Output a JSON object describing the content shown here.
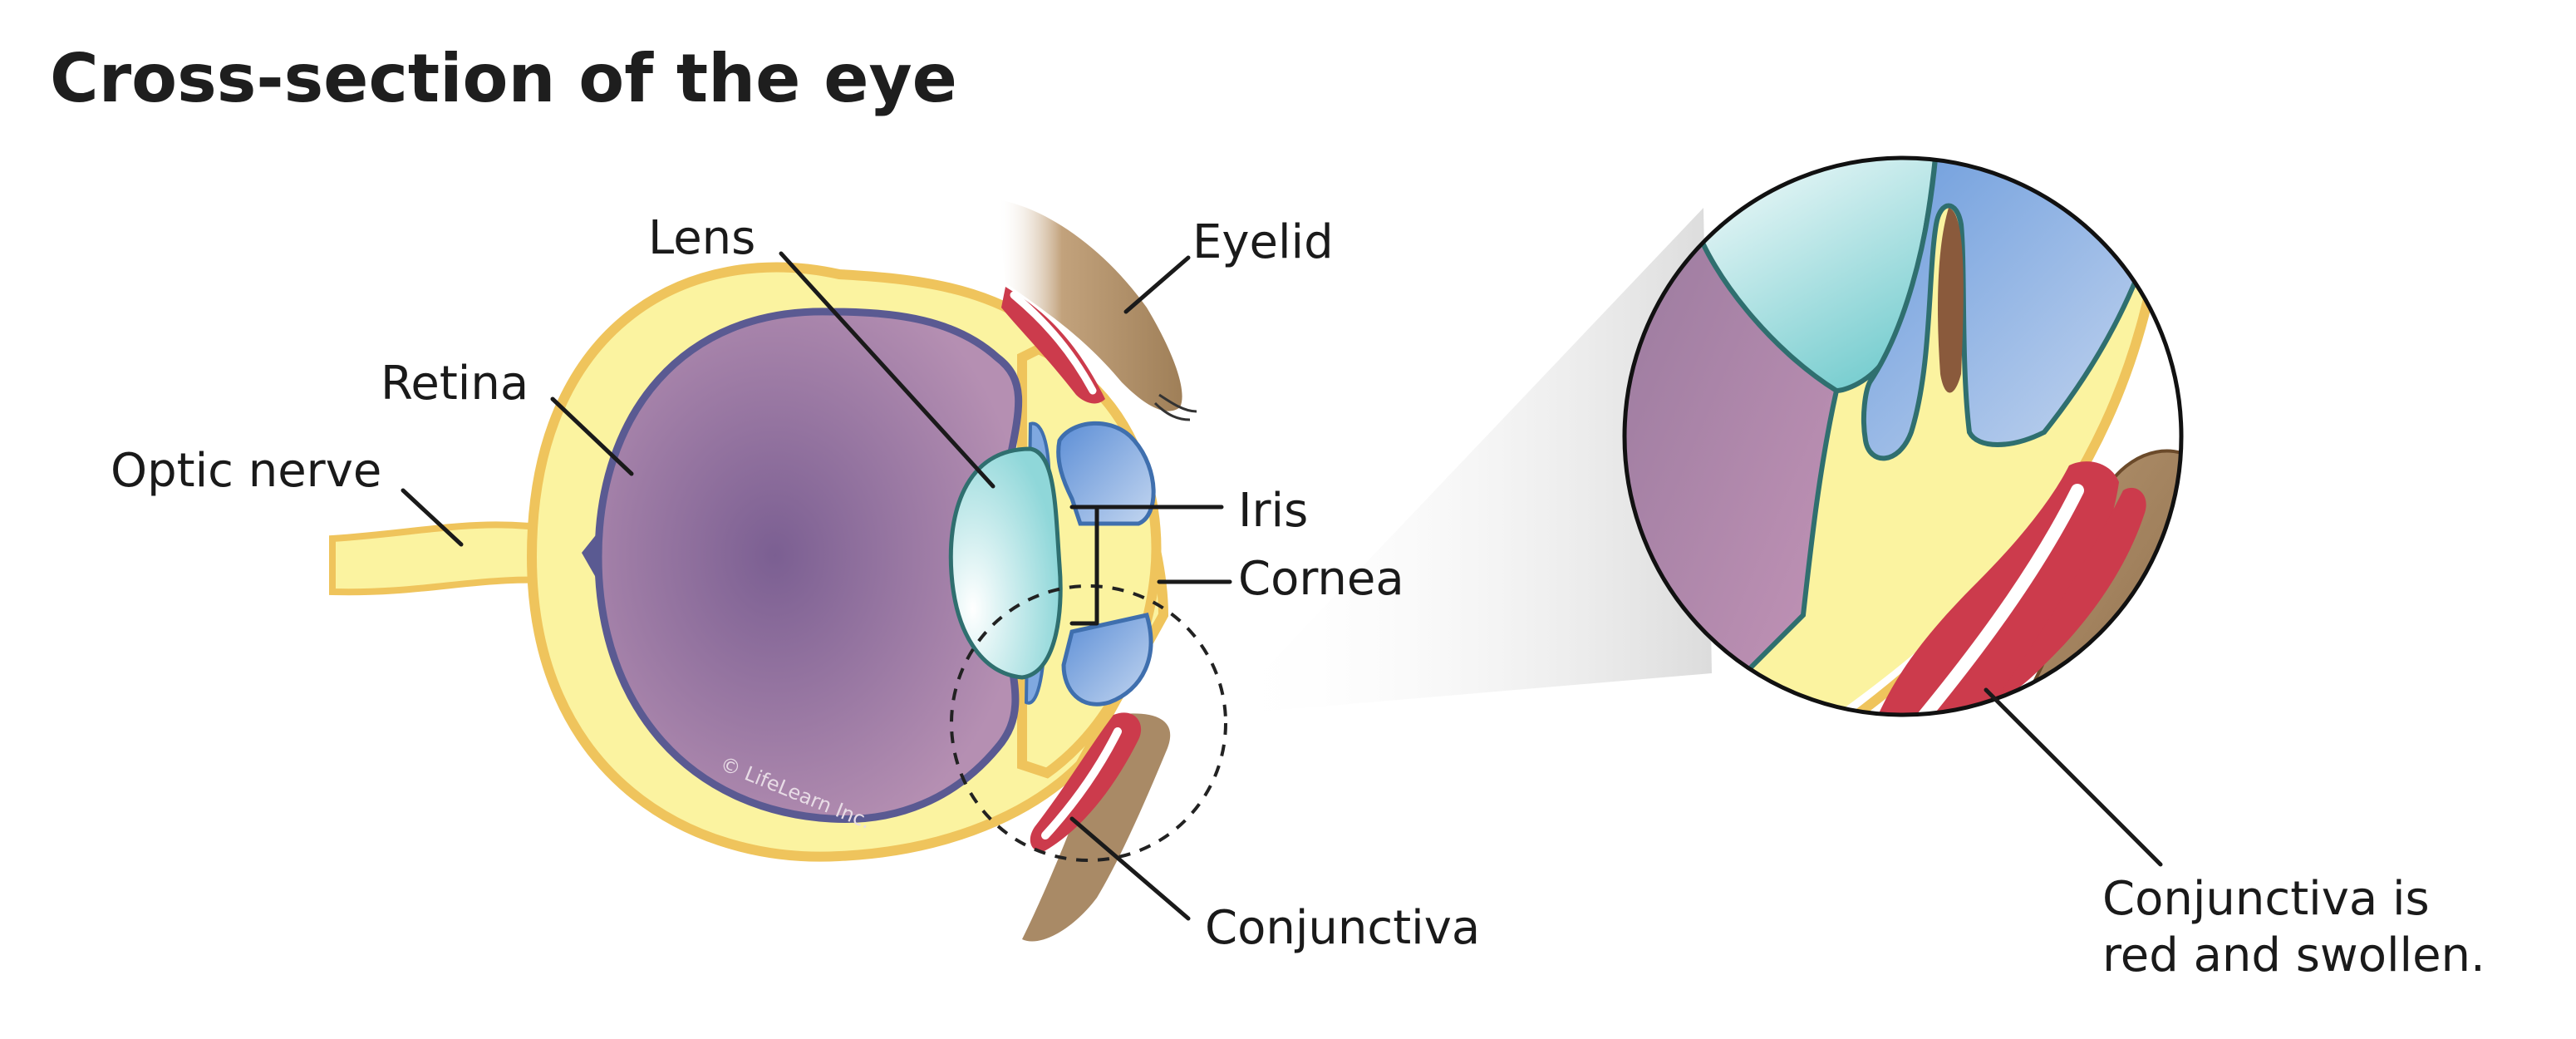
{
  "title": "Cross-section of the eye",
  "labels": {
    "lens": "Lens",
    "eyelid": "Eyelid",
    "retina": "Retina",
    "optic_nerve": "Optic nerve",
    "iris": "Iris",
    "cornea": "Cornea",
    "conjunctiva": "Conjunctiva",
    "callout_line1": "Conjunctiva is",
    "callout_line2": "red and swollen."
  },
  "credit": "© LifeLearn Inc.",
  "colors": {
    "sclera": "#fbf3a0",
    "sclera_outline": "#efc45c",
    "vitreous": "#a27aa3",
    "retina": "#5a5a92",
    "lens": "#bfe8e8",
    "iris": "#7fa8e0",
    "eyelid": "#a98a66",
    "conjunctiva": "#cc3b4c"
  }
}
